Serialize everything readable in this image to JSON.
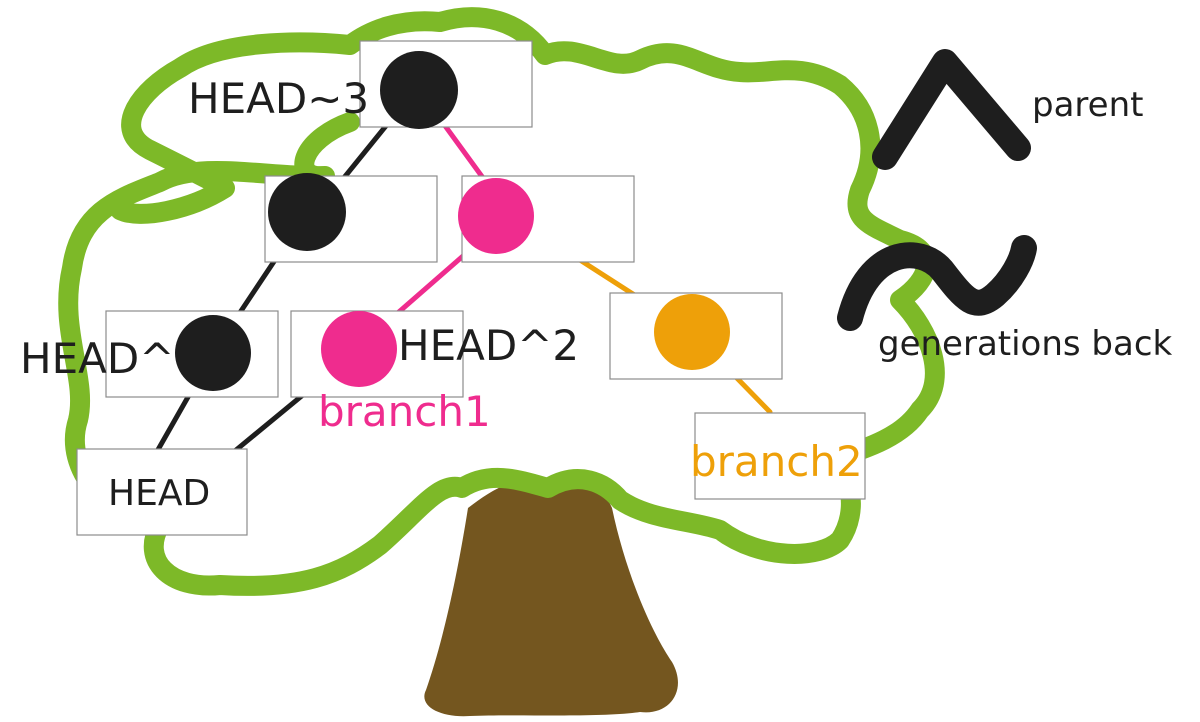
{
  "colors": {
    "crown": "#7db928",
    "trunk": "#74561f",
    "commit_default": "#1e1e1e",
    "commit_branch1": "#ef2c8e",
    "commit_branch2": "#eea009",
    "box_border": "#8c8c8c"
  },
  "icons": {
    "caret": "caret-icon",
    "tilde": "tilde-icon"
  },
  "labels": {
    "head_tilde_3": "HEAD~3",
    "head_caret": "HEAD^",
    "head_caret_2": "HEAD^2",
    "head": "HEAD",
    "branch1": "branch1",
    "branch2": "branch2"
  },
  "legend": {
    "caret_meaning": "parent",
    "tilde_meaning": "generations back"
  }
}
